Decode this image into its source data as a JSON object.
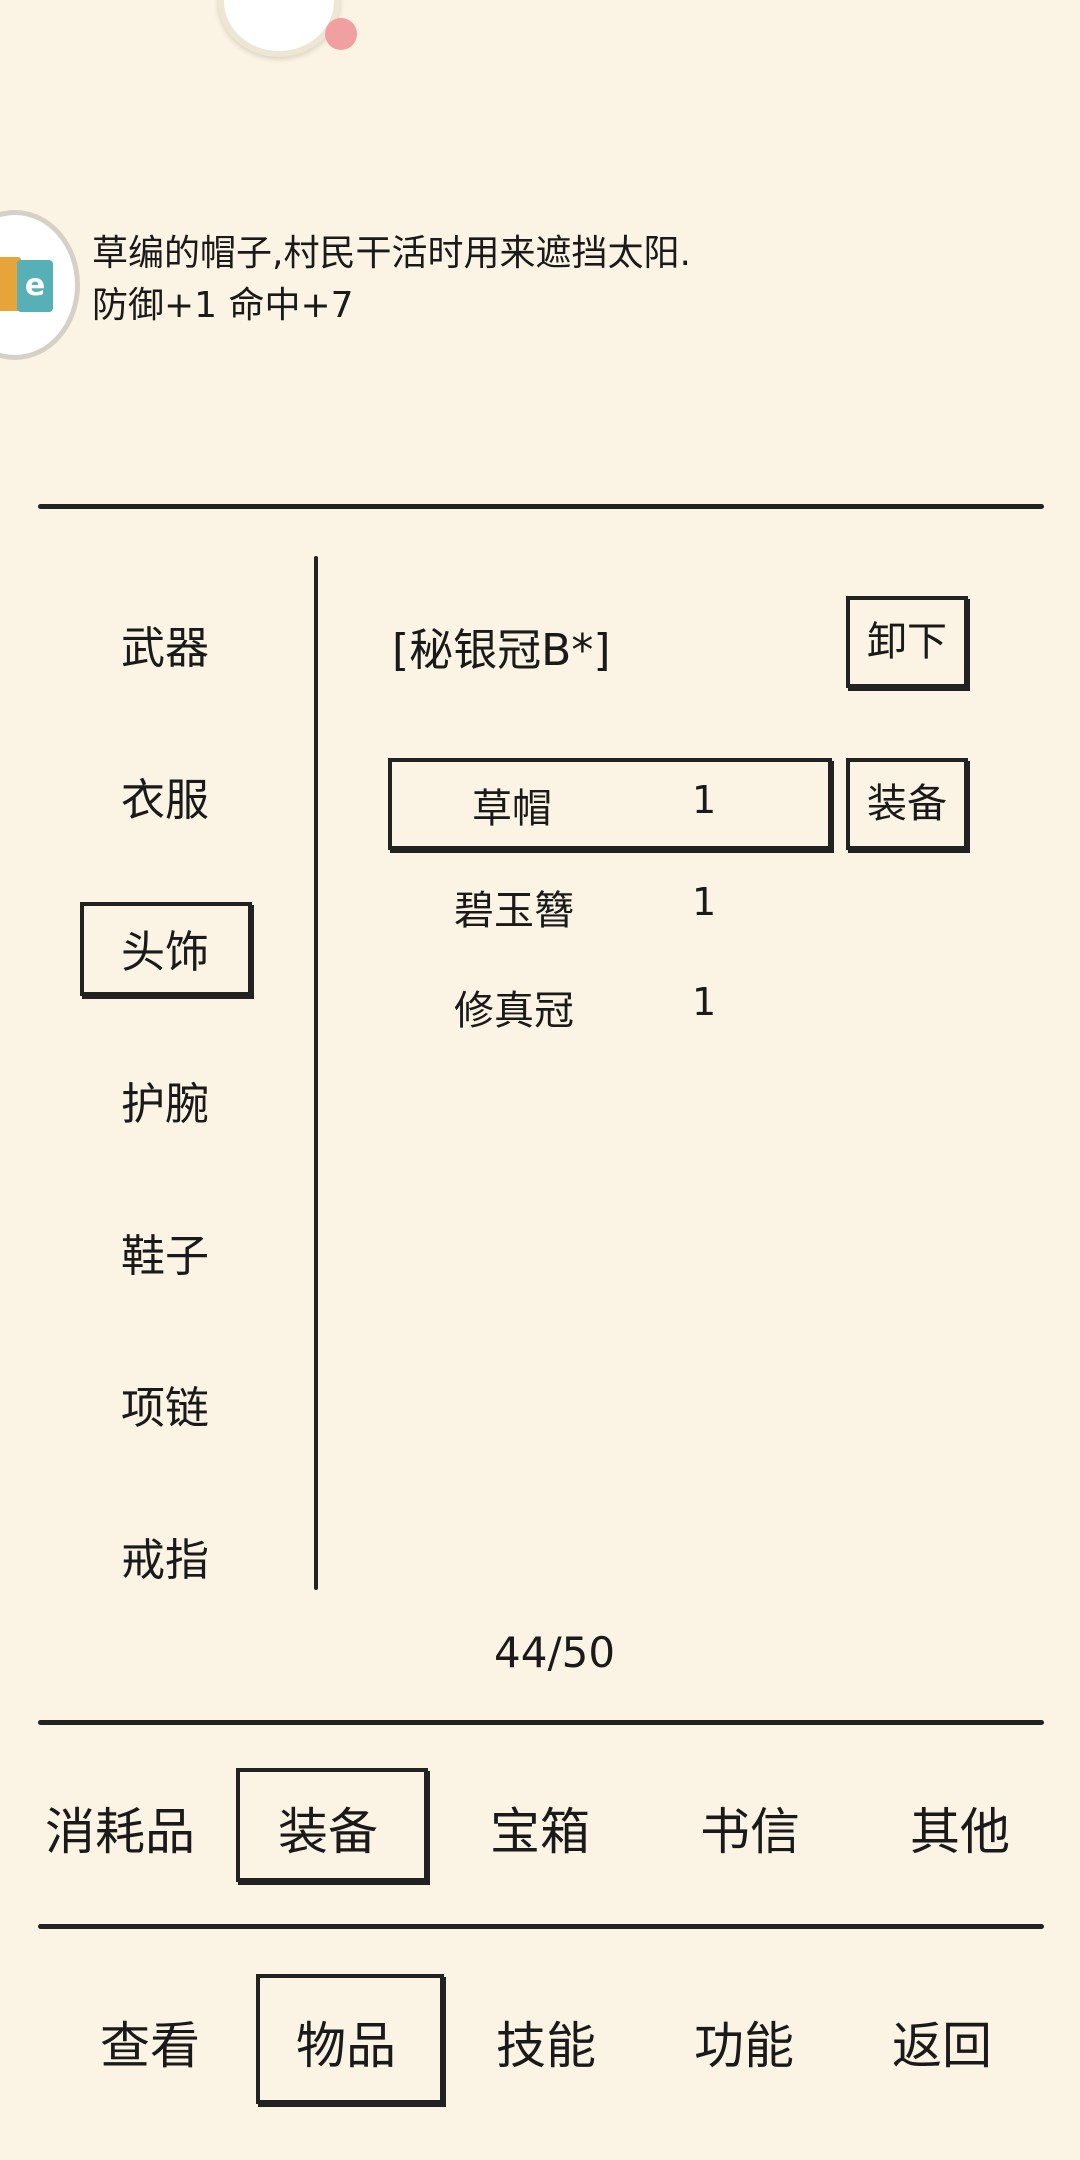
{
  "description": {
    "line1": "草编的帽子,村民干活时用来遮挡太阳.",
    "line2": "防御+1 命中+7"
  },
  "categories": [
    "武器",
    "衣服",
    "头饰",
    "护腕",
    "鞋子",
    "项链",
    "戒指"
  ],
  "selected_category": "头饰",
  "equipped": {
    "name": "[秘银冠B*]",
    "unequip_label": "卸下"
  },
  "items": [
    {
      "name": "草帽",
      "count": "1"
    },
    {
      "name": "碧玉簪",
      "count": "1"
    },
    {
      "name": "修真冠",
      "count": "1"
    }
  ],
  "equip_label": "装备",
  "capacity": "44/50",
  "item_tabs": [
    "消耗品",
    "装备",
    "宝箱",
    "书信",
    "其他"
  ],
  "selected_item_tab": "装备",
  "main_tabs": [
    "查看",
    "物品",
    "技能",
    "功能",
    "返回"
  ],
  "selected_main_tab": "物品",
  "colors": {
    "background": "#fbf4e4",
    "ink": "#1a1a1a"
  },
  "icons": [
    "avatar-icon",
    "notification-dot",
    "app-badge-icon"
  ]
}
